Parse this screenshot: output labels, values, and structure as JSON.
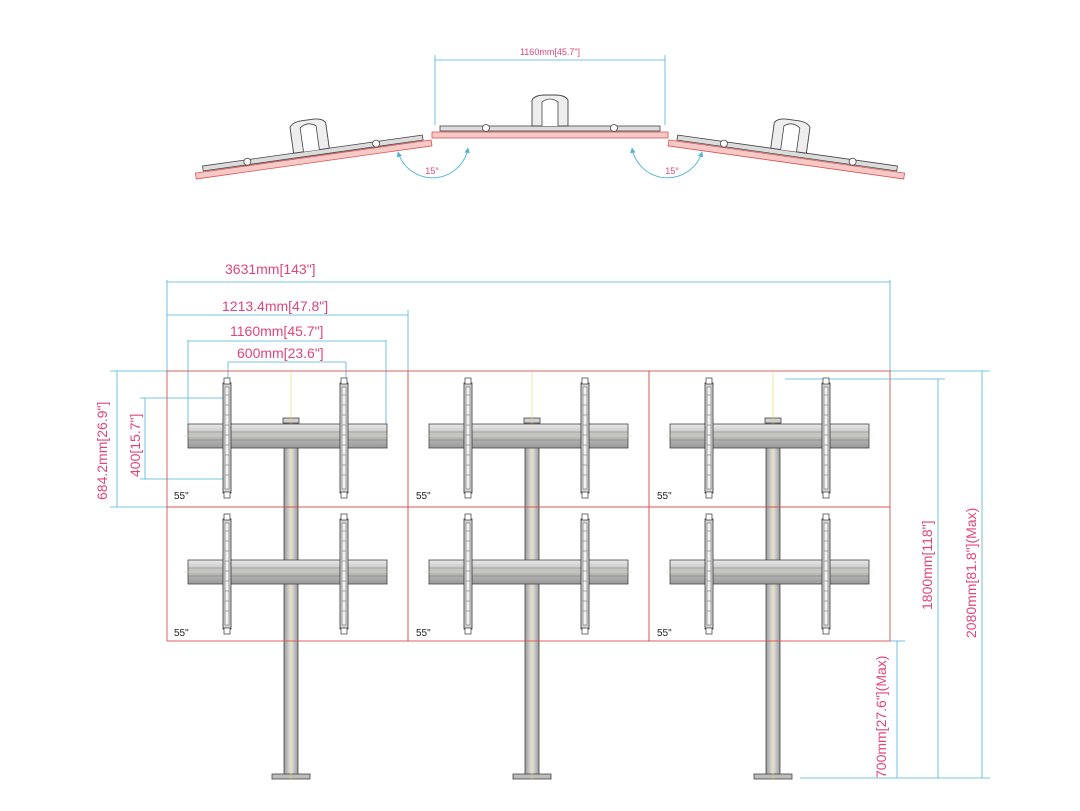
{
  "top_view": {
    "width_label": "1160mm[45.7\"]",
    "angle_left": "15°",
    "angle_right": "15°"
  },
  "front_view": {
    "total_width": "3631mm[143\"]",
    "panel_width": "1213.4mm[47.8\"]",
    "mount_width": "1160mm[45.7\"]",
    "vesa_width": "600mm[23.6\"]",
    "panel_height": "684.2mm[26.9\"]",
    "vesa_height": "400[15.7\"]",
    "overall_height": "1800mm[118\"]",
    "max_height": "2080mm[81.8\"](Max)",
    "bottom_clearance": "700mm[27.6\"](Max)",
    "screen_size": "55\""
  },
  "colors": {
    "dimension": "#e0457b",
    "dim_line": "#4fb3d9",
    "frame": "#d9534f",
    "outline": "#333333"
  }
}
